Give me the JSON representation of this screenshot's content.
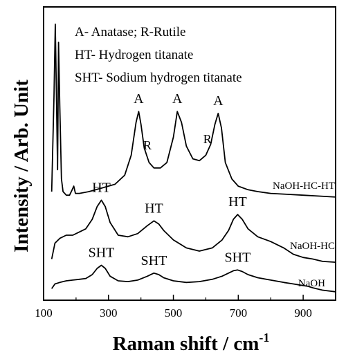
{
  "chart_data": {
    "type": "line",
    "xlabel": "Raman shift / cm",
    "xlabel_superscript": "-1",
    "ylabel": "Intensity / Arb. Unit",
    "xlim": [
      100,
      1000
    ],
    "x_ticks": [
      100,
      300,
      500,
      700,
      900
    ],
    "y_ticks_labeled": false,
    "grid": false,
    "legend_text": [
      "A- Anatase; R-Rutile",
      "HT- Hydrogen titanate",
      "SHT- Sodium hydrogen titanate"
    ],
    "series": [
      {
        "name": "NaOH-HC-HT",
        "x": [
          125,
          128,
          132,
          136,
          140,
          143,
          146,
          150,
          155,
          160,
          170,
          180,
          188,
          193,
          198,
          210,
          240,
          280,
          320,
          350,
          370,
          385,
          393,
          400,
          410,
          425,
          440,
          460,
          480,
          500,
          512,
          525,
          540,
          560,
          580,
          600,
          615,
          628,
          638,
          648,
          660,
          680,
          700,
          730,
          760,
          800,
          850,
          900,
          950,
          1000
        ],
        "y": [
          0.08,
          0.3,
          0.6,
          1.0,
          0.55,
          0.2,
          0.9,
          0.55,
          0.15,
          0.08,
          0.06,
          0.06,
          0.09,
          0.11,
          0.07,
          0.07,
          0.08,
          0.1,
          0.12,
          0.17,
          0.28,
          0.46,
          0.52,
          0.45,
          0.32,
          0.24,
          0.21,
          0.21,
          0.24,
          0.38,
          0.52,
          0.46,
          0.33,
          0.26,
          0.25,
          0.28,
          0.34,
          0.45,
          0.51,
          0.43,
          0.24,
          0.15,
          0.11,
          0.09,
          0.08,
          0.07,
          0.065,
          0.06,
          0.055,
          0.05
        ]
      },
      {
        "name": "NaOH-HC",
        "x": [
          125,
          135,
          150,
          170,
          190,
          210,
          230,
          250,
          265,
          278,
          290,
          305,
          330,
          360,
          390,
          420,
          440,
          455,
          470,
          500,
          540,
          580,
          620,
          650,
          670,
          685,
          698,
          712,
          730,
          760,
          800,
          840,
          870,
          900,
          930,
          960,
          1000
        ],
        "y": [
          0.05,
          0.15,
          0.18,
          0.2,
          0.2,
          0.22,
          0.24,
          0.3,
          0.38,
          0.42,
          0.38,
          0.28,
          0.2,
          0.19,
          0.21,
          0.26,
          0.29,
          0.27,
          0.23,
          0.17,
          0.12,
          0.1,
          0.12,
          0.17,
          0.23,
          0.3,
          0.33,
          0.3,
          0.24,
          0.19,
          0.16,
          0.12,
          0.08,
          0.06,
          0.05,
          0.035,
          0.03
        ]
      },
      {
        "name": "NaOH",
        "x": [
          125,
          135,
          150,
          170,
          190,
          210,
          230,
          250,
          265,
          278,
          290,
          305,
          330,
          360,
          390,
          420,
          440,
          455,
          470,
          500,
          540,
          580,
          620,
          650,
          670,
          685,
          698,
          712,
          730,
          760,
          800,
          840,
          870,
          900,
          915,
          930,
          960,
          1000
        ],
        "y": [
          0.03,
          0.06,
          0.07,
          0.08,
          0.085,
          0.09,
          0.095,
          0.12,
          0.16,
          0.18,
          0.16,
          0.11,
          0.08,
          0.075,
          0.085,
          0.11,
          0.13,
          0.12,
          0.1,
          0.08,
          0.07,
          0.075,
          0.09,
          0.11,
          0.13,
          0.145,
          0.15,
          0.14,
          0.12,
          0.1,
          0.085,
          0.07,
          0.06,
          0.05,
          0.045,
          0.035,
          0.02,
          0.01
        ]
      }
    ],
    "peak_labels": [
      {
        "text": "A",
        "x": 393,
        "series": "NaOH-HC-HT"
      },
      {
        "text": "R",
        "x": 420,
        "series": "NaOH-HC-HT"
      },
      {
        "text": "A",
        "x": 512,
        "series": "NaOH-HC-HT"
      },
      {
        "text": "R",
        "x": 605,
        "series": "NaOH-HC-HT"
      },
      {
        "text": "A",
        "x": 638,
        "series": "NaOH-HC-HT"
      },
      {
        "text": "HT",
        "x": 278,
        "series": "NaOH-HC"
      },
      {
        "text": "HT",
        "x": 440,
        "series": "NaOH-HC"
      },
      {
        "text": "HT",
        "x": 698,
        "series": "NaOH-HC"
      },
      {
        "text": "SHT",
        "x": 278,
        "series": "NaOH"
      },
      {
        "text": "SHT",
        "x": 440,
        "series": "NaOH"
      },
      {
        "text": "SHT",
        "x": 698,
        "series": "NaOH"
      }
    ],
    "colors": {
      "line": "#000000",
      "text": "#000000",
      "background": "#ffffff"
    }
  }
}
